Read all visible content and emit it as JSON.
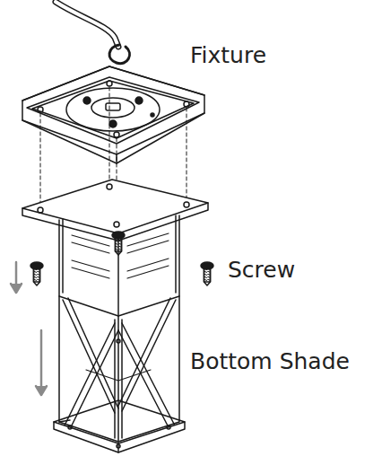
{
  "diagram": {
    "labels": [
      "Fixture",
      "Screw",
      "Bottom Shade"
    ]
  }
}
